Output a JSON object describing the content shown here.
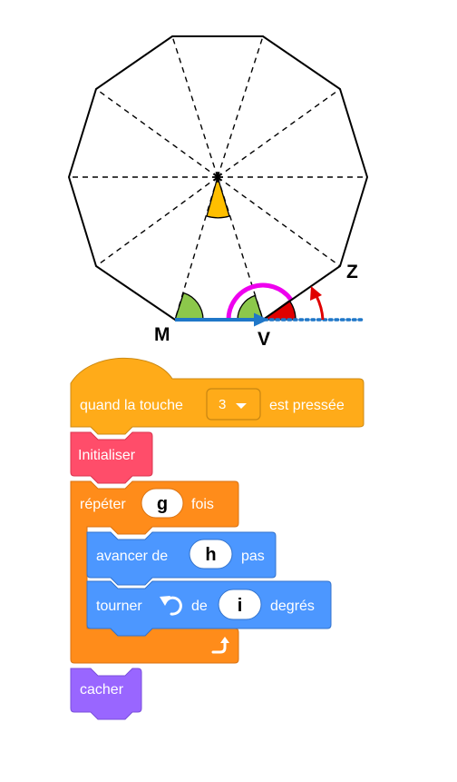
{
  "figure": {
    "point_labels": {
      "m": "M",
      "v": "V",
      "z": "Z"
    }
  },
  "blocks": {
    "event": {
      "prefix": "quand la touche",
      "key": "3",
      "suffix": "est pressée"
    },
    "init": {
      "label": "Initialiser"
    },
    "repeat": {
      "prefix": "répéter",
      "count": "g",
      "suffix": "fois"
    },
    "move": {
      "prefix": "avancer de",
      "steps": "h",
      "suffix": "pas"
    },
    "turn": {
      "prefix": "tourner",
      "middle": "de",
      "degrees": "i",
      "suffix": "degrés"
    },
    "hide": {
      "label": "cacher"
    }
  },
  "colors": {
    "polygon": "#000000",
    "vector_mv": "#1f77c8",
    "extension": "#1f77c8",
    "angle_green": "#8cc84b",
    "angle_yellow": "#ffbf00",
    "angle_red": "#e00000",
    "arc_magenta": "#ee00ee",
    "arrow_red": "#e00000",
    "events_block": "#ffab19",
    "init_block": "#ff4d6a",
    "control_block": "#ff8c1a",
    "motion_block": "#4c97ff",
    "looks_block": "#9966ff"
  }
}
